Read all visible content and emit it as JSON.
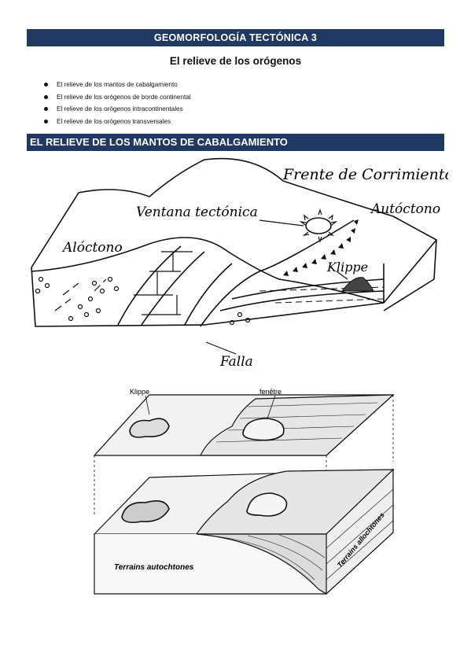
{
  "header": {
    "title": "GEOMORFOLOGÍA TECTÓNICA 3"
  },
  "subtitle": "El relieve de los orógenos",
  "bullets": [
    "El relieve de los mantos de cabalgamiento",
    "El relieve de los orógenos de borde continental",
    "El relieve de los orógenos intracontinentales",
    "El relieve de los orógenos transversales"
  ],
  "section": {
    "title": "EL RELIEVE DE LOS MANTOS DE CABALGAMIENTO"
  },
  "figure1": {
    "labels": {
      "frente": "Frente de Corrimiento",
      "ventana": "Ventana tectónica",
      "autoctono": "Autóctono",
      "aloctono": "Alóctono",
      "klippe": "Klippe",
      "falla": "Falla"
    }
  },
  "figure2": {
    "labels": {
      "klippe": "Klippe",
      "fenetre": "fenêtre",
      "allochtones": "Terrains allochtones",
      "autochtones": "Terrains autochtones"
    }
  },
  "colors": {
    "banner": "#1f3864"
  }
}
